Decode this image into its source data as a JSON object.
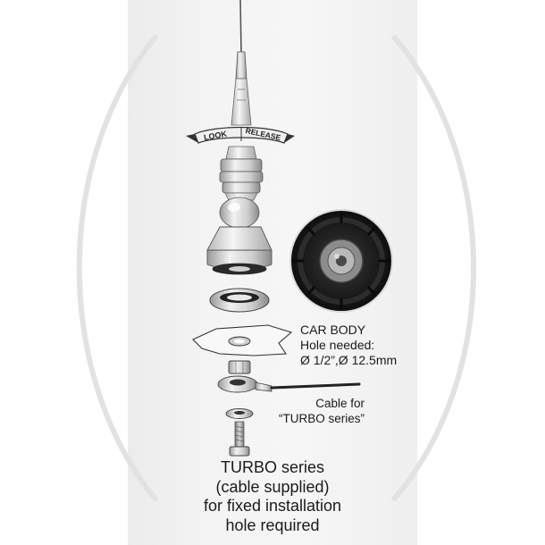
{
  "arrows": {
    "lock_label": "LOOK",
    "release_label": "RELEASE"
  },
  "car_body": {
    "line1": "CAR BODY",
    "line2": "Hole needed:",
    "line3": "Ø 1/2”,Ø 12.5mm"
  },
  "cable": {
    "line1": "Cable for",
    "line2": "“TURBO series”"
  },
  "caption": {
    "line1": "TURBO series",
    "line2": "(cable supplied)",
    "line3": "for fixed installation",
    "line4": "hole required"
  },
  "colors": {
    "background": "#ffffff",
    "panel": "#f2f2f2",
    "text": "#1a1a1a",
    "photo_dark": "#141414"
  }
}
